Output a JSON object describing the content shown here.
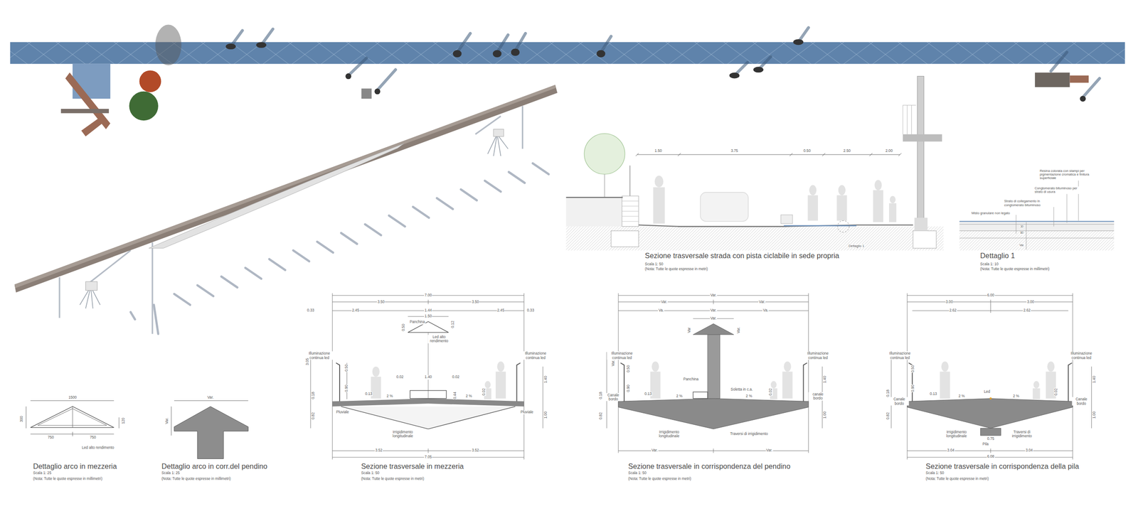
{
  "diagram": {
    "labels": [
      "1.50",
      "3.75",
      "0.50",
      "2.50",
      "2.00",
      "Dettaglio 1",
      "Sezione trasversale strada con pista ciclabile in sede propria",
      "Scala 1: 50",
      "(Nota: Tutte le quote espresse in metri)",
      "Resina colorata con stampi per pigmentazione cromatica e finitura superficiale",
      "Conglomerato bituminoso per strato di usura",
      "Strato di collegamento in conglomerato bituminoso",
      "Misto granulare non legato",
      "30",
      "80",
      "Var.",
      "Dettaglio 1",
      "Scala 1: 10",
      "(Nota: Tutte le quote espresse in millimetri)",
      "1500",
      "300",
      "120",
      "750",
      "750",
      "Led alto rendimento",
      "Dettaglio arco in mezzeria",
      "Scala 1: 25",
      "(Nota: Tutte le quote espresse in millimetri)",
      "Var.",
      "Var.",
      "Dettaglio arco in corr.del pendino",
      "Scala 1: 25",
      "(Nota: Tutte le quote espresse in millimetri)",
      "7.00",
      "3.50",
      "3.50",
      "0.33",
      "2.45",
      "1.44",
      "2.45",
      "0.33",
      "1.50",
      "Panchina",
      "0.50",
      "0.12",
      "Led alto rendimento",
      "Illuminazione continua led",
      "Illuminazione continua led",
      "3.05",
      "0.50",
      "0.02",
      "1.40",
      "0.02",
      "0.90",
      "0.13",
      "2 %",
      "2 %",
      "0.44",
      "0.02",
      "1.40",
      "0.18",
      "0.82",
      "1.00",
      "Pluviale",
      "Pluviale",
      "Irrigidimento longitudinale",
      "3.52",
      "3.52",
      "7.05",
      "Sezione trasversale in mezzeria",
      "Scala 1: 50",
      "(Nota: Tutte le quote espresse in metri)",
      "Var.",
      "Var.",
      "Var.",
      "Va.",
      "Var.",
      "Va.",
      "Var.",
      "Var",
      "Var.",
      "Illuminazione continua led",
      "Illuminazione continua led",
      "Var.",
      "0.50",
      "Panchina",
      "0.90",
      "0.13",
      "2 %",
      "Soletta in c.a.",
      "2 %",
      "0.02",
      "1.40",
      "canale bordo",
      "0.18",
      "Canale bordo",
      "0.82",
      "1.00",
      "Irrigidimento longitudinale",
      "Traversi di irrigidimento",
      "Var.",
      "Var.",
      "Sezione trasversale in corrispondenza del pendino",
      "Scala 1: 50",
      "(Nota: Tutte le quote espresse in metri)",
      "6.00",
      "3.00",
      "3.00",
      "2.62",
      "2.62",
      "Illuminazione continua led",
      "Illuminazione continua led",
      "0.50",
      "0.90",
      "0.13",
      "2 %",
      "Led",
      "2 %",
      "0.02",
      "1.40",
      "0.18",
      "Canale bordo",
      "Canale bordo",
      "0.82",
      "1.00",
      "Irrigidimento longitudinale",
      "Traversi di irrigidimento",
      "0.75",
      "Pila",
      "3.04",
      "3.04",
      "6.08",
      "Sezione trasversale in corrispondenza della pila",
      "Scala 1: 50",
      "(Nota: Tutte le quote espresse in metri)"
    ]
  }
}
